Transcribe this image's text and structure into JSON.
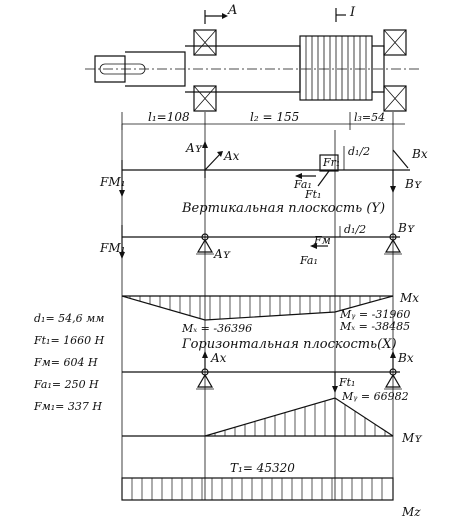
{
  "top": {
    "section_a": "A",
    "section_i": "I"
  },
  "dims": {
    "l1": "l₁=108",
    "l2": "l₂ = 155",
    "l3": "l₃=54"
  },
  "forces": {
    "ay": "Aʏ",
    "ax": "Ax",
    "bx": "Bx",
    "by": "Bʏ",
    "fm1": "FM₁",
    "fa1": "Fa₁",
    "ft1": "Ft₁",
    "fr1": "Fr₁",
    "d1half": "d₁/2"
  },
  "titles": {
    "vertical": "Вертикальная плоскость (Y)",
    "horizontal": "Горизонтальная плоскость(X)"
  },
  "labels": {
    "mx": "Mx",
    "my": "Mʏ",
    "mz": "Mz",
    "mx_left": "Mₓ = -36396",
    "mx_right_top": "Mᵧ = -31960",
    "mx_right_bot": "Mₓ = -38485",
    "my_val": "Mᵧ = 66982",
    "t1": "T₁= 45320"
  },
  "params": [
    "d₁= 54,6 мм",
    "Ft₁= 1660 H",
    "Fм= 604 H",
    "Fa₁= 250 H",
    "Fм₁= 337 H"
  ]
}
